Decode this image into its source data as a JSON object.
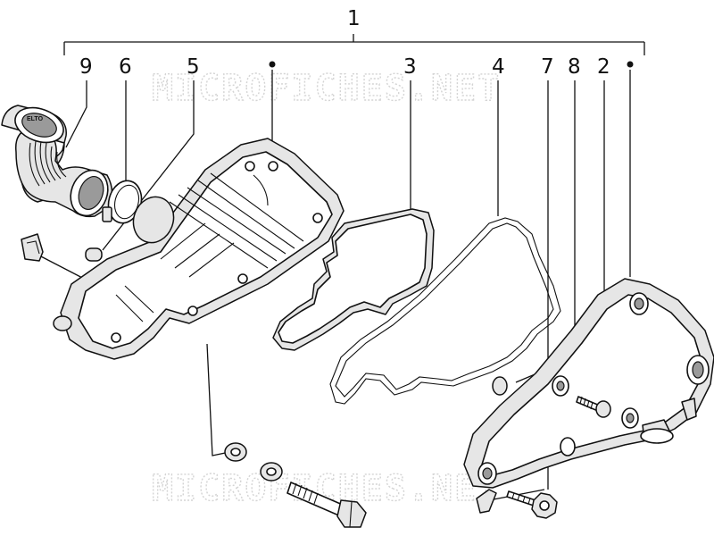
{
  "watermark": "MICROFICHES.NET",
  "callouts": {
    "assembly": "1",
    "c9": "9",
    "c6": "6",
    "c5": "5",
    "c3": "3",
    "c4": "4",
    "c7": "7",
    "c8": "8",
    "c2": "2"
  },
  "hose_marking": "ELTO"
}
